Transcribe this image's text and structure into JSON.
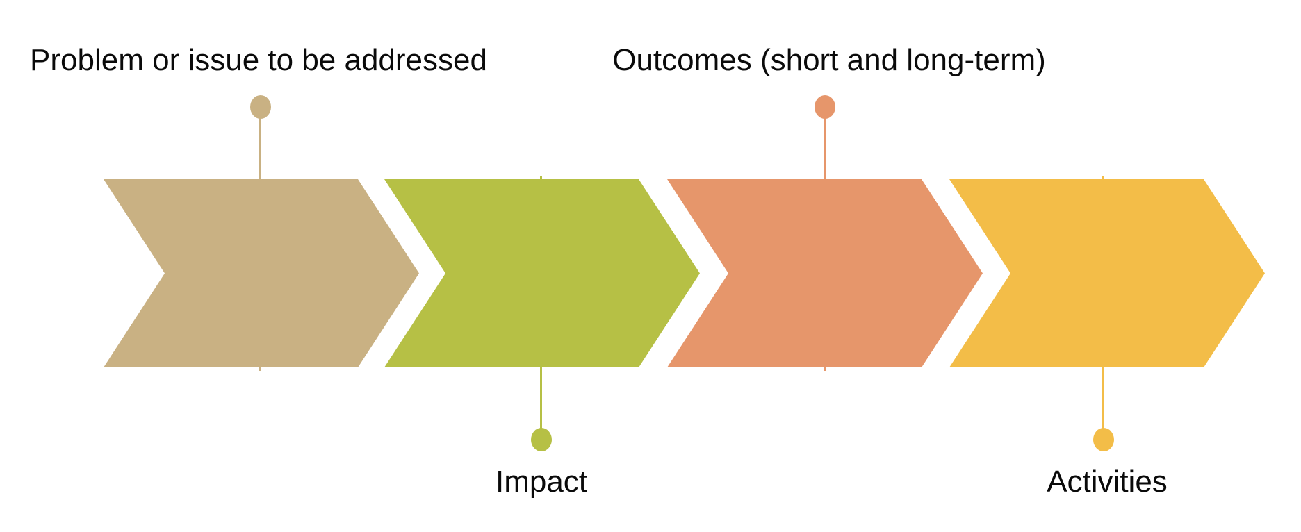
{
  "diagram": {
    "type": "process-flow-chevrons",
    "background": "#ffffff",
    "text_color": "#0a0a0a"
  },
  "steps": [
    {
      "id": "problem",
      "label": "Problem or issue to be addressed",
      "color": "#c9b183",
      "label_position": "top"
    },
    {
      "id": "impact",
      "label": "Impact",
      "color": "#b6c045",
      "label_position": "bottom"
    },
    {
      "id": "outcomes",
      "label": "Outcomes (short and long-term)",
      "color": "#e6966b",
      "label_position": "top"
    },
    {
      "id": "activities",
      "label": "Activities",
      "color": "#f3bd48",
      "label_position": "bottom"
    }
  ]
}
